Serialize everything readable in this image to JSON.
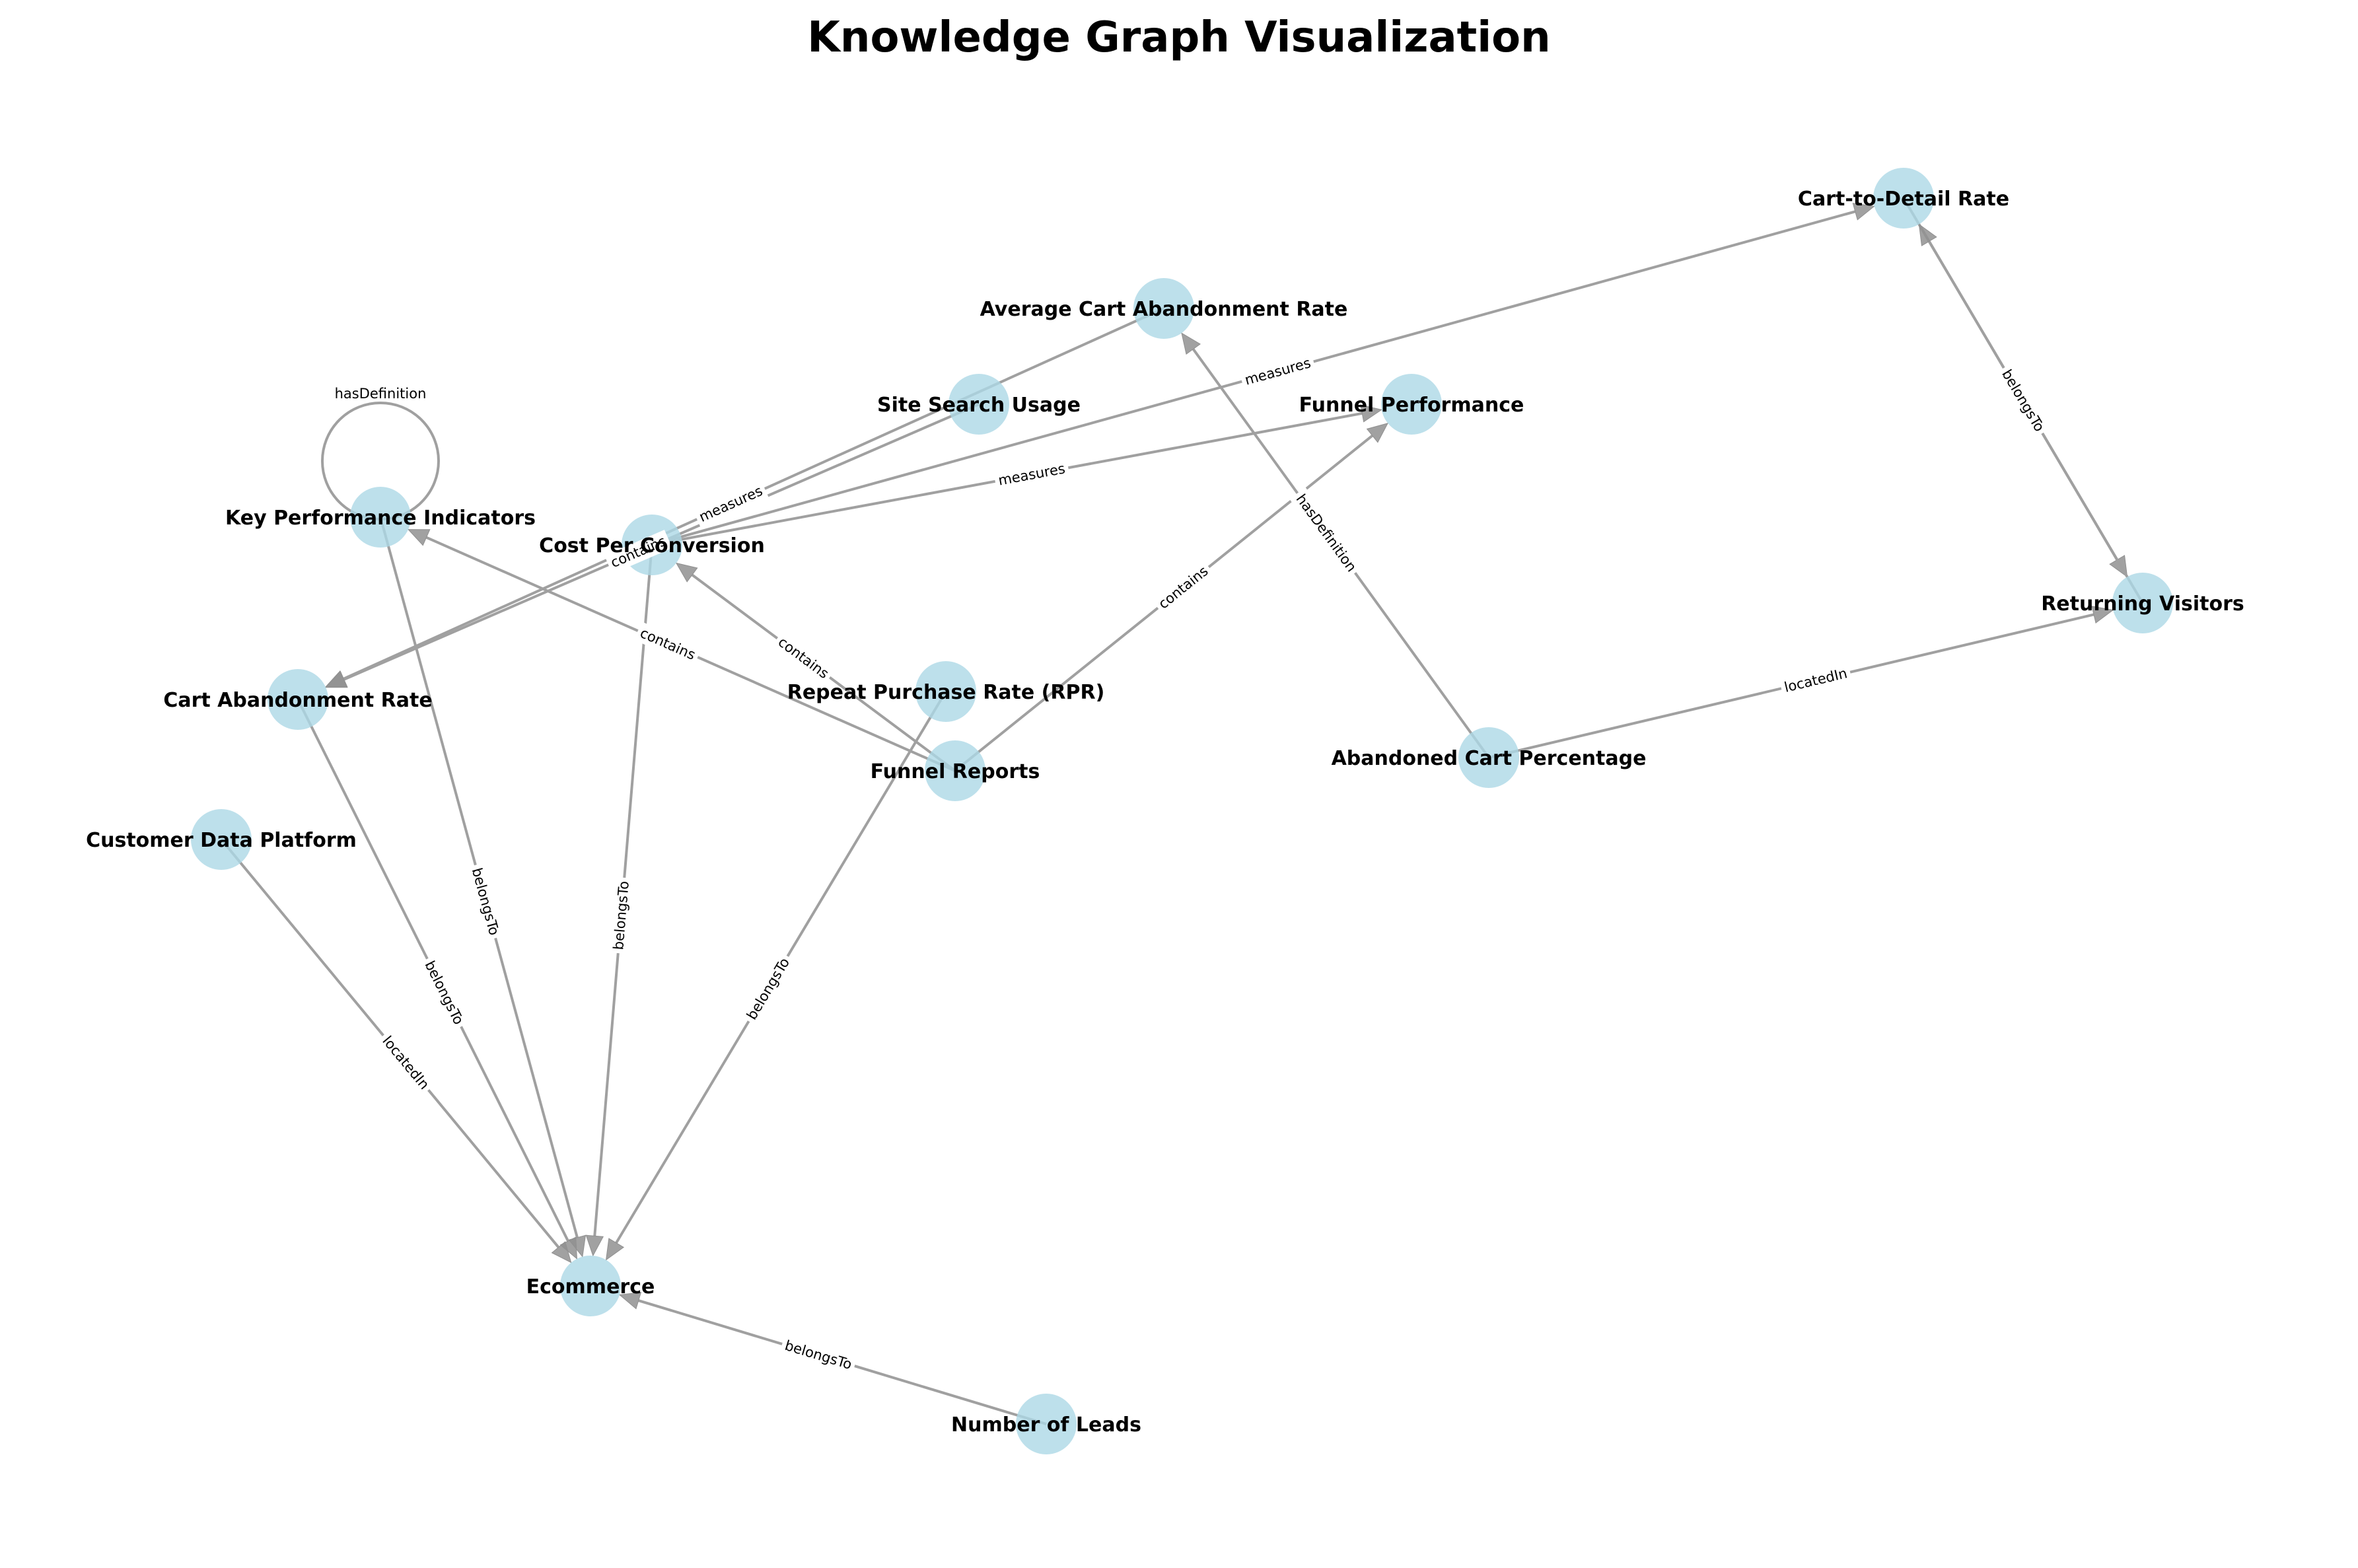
{
  "title": "Knowledge Graph Visualization",
  "colors": {
    "node": "#add8e6",
    "edge": "#a0a0a0",
    "arrow": "#909090",
    "text": "#000000"
  },
  "nodes": [
    {
      "id": "kpi",
      "label": "Key Performance Indicators"
    },
    {
      "id": "cpc",
      "label": "Cost Per Conversion"
    },
    {
      "id": "ssu",
      "label": "Site Search Usage"
    },
    {
      "id": "acar",
      "label": "Average Cart Abandonment Rate"
    },
    {
      "id": "fp",
      "label": "Funnel Performance"
    },
    {
      "id": "ctd",
      "label": "Cart-to-Detail Rate"
    },
    {
      "id": "rv",
      "label": "Returning Visitors"
    },
    {
      "id": "car",
      "label": "Cart Abandonment Rate"
    },
    {
      "id": "rpr",
      "label": "Repeat Purchase Rate (RPR)"
    },
    {
      "id": "fr",
      "label": "Funnel Reports"
    },
    {
      "id": "acp",
      "label": "Abandoned Cart Percentage"
    },
    {
      "id": "cdp",
      "label": "Customer Data Platform"
    },
    {
      "id": "ecom",
      "label": "Ecommerce"
    },
    {
      "id": "nol",
      "label": "Number of Leads"
    }
  ],
  "edges": [
    {
      "source": "kpi",
      "target": "kpi",
      "label": "hasDefinition"
    },
    {
      "source": "kpi",
      "target": "ecom",
      "label": "belongsTo"
    },
    {
      "source": "cpc",
      "target": "ecom",
      "label": "belongsTo"
    },
    {
      "source": "cpc",
      "target": "ctd",
      "label": "measures"
    },
    {
      "source": "cpc",
      "target": "fp",
      "label": "measures"
    },
    {
      "source": "ssu",
      "target": "car",
      "label": "contains"
    },
    {
      "source": "acar",
      "target": "car",
      "label": "measures"
    },
    {
      "source": "car",
      "target": "ecom",
      "label": "belongsTo"
    },
    {
      "source": "fr",
      "target": "kpi",
      "label": "contains"
    },
    {
      "source": "fr",
      "target": "cpc",
      "label": "contains"
    },
    {
      "source": "fr",
      "target": "fp",
      "label": "contains"
    },
    {
      "source": "rpr",
      "target": "ecom",
      "label": "belongsTo"
    },
    {
      "source": "acp",
      "target": "acar",
      "label": "hasDefinition"
    },
    {
      "source": "acp",
      "target": "rv",
      "label": "locatedIn"
    },
    {
      "source": "ctd",
      "target": "rv",
      "label": "belongsTo"
    },
    {
      "source": "rv",
      "target": "ctd",
      "label": "belongsTo"
    },
    {
      "source": "cdp",
      "target": "ecom",
      "label": "locatedIn"
    },
    {
      "source": "nol",
      "target": "ecom",
      "label": "belongsTo"
    }
  ]
}
